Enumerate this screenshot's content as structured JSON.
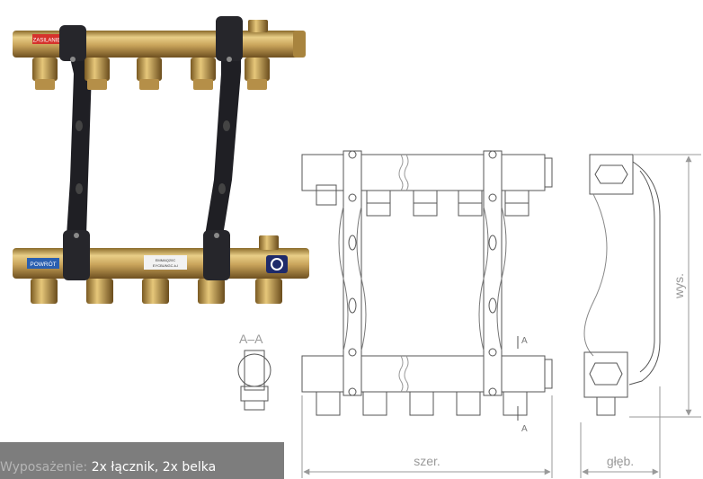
{
  "photo": {
    "supply_tag": "ZASILANIE",
    "return_tag": "POWRÓT",
    "product_label_line1": "EMMAQ20C",
    "product_label_line2": "EYCBUNGC-k-l"
  },
  "drawing": {
    "section_label": "A–A",
    "section_marker_top": "A",
    "section_marker_bottom": "A",
    "width_label": "szer.",
    "height_label": "wys.",
    "depth_label": "głęb."
  },
  "caption": {
    "lead": "Wyposażenie:",
    "items": "2x łącznik, 2x belka"
  },
  "colors": {
    "brass": "#c8a35a",
    "bracket": "#1f1f24",
    "line": "#555555",
    "dimension": "#9a9a9a",
    "caption_bg": "#7d7d7d",
    "supply_tag": "#d6322c",
    "return_tag": "#2a5fb0"
  }
}
